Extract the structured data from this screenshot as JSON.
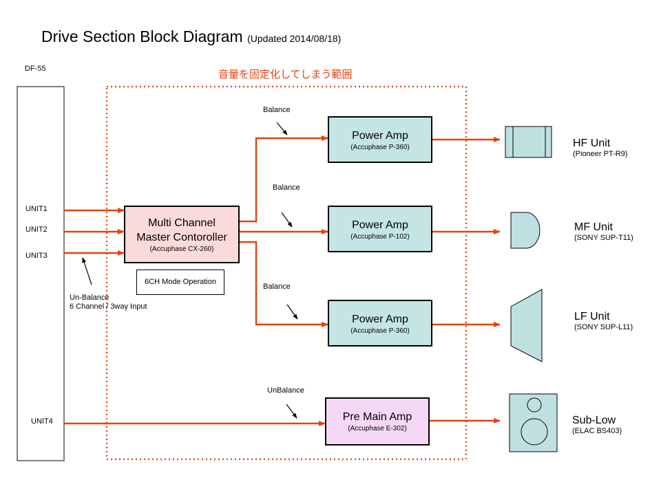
{
  "title": {
    "main": "Drive Section Block Diagram",
    "updated": "(Updated 2014/08/18)"
  },
  "region_label": "音量を固定化してしまう範囲",
  "source": {
    "name": "DF-55",
    "inputs": [
      "UNIT1",
      "UNIT2",
      "UNIT3",
      "UNIT4"
    ]
  },
  "input_note": {
    "line1": "Un-Balance",
    "line2": "6 Channel / 3way Input"
  },
  "controller": {
    "line1": "Multi Channel",
    "line2": "Master Contoroller",
    "model": "(Accuphase CX-260)",
    "mode": "6CH Mode Operation"
  },
  "amps": [
    {
      "name": "Power Amp",
      "model": "(Accuphase P-360)",
      "signal": "Balance"
    },
    {
      "name": "Power Amp",
      "model": "(Accuphase P-102)",
      "signal": "Balance"
    },
    {
      "name": "Power Amp",
      "model": "(Accuphase P-360)",
      "signal": "Balance"
    },
    {
      "name": "Pre Main Amp",
      "model": "(Accuphase E-302)",
      "signal": "UnBalance"
    }
  ],
  "units": [
    {
      "name": "HF Unit",
      "model": "(Pioneer PT-R9)",
      "icon": "horn-tweeter-icon"
    },
    {
      "name": "MF Unit",
      "model": "(SONY SUP-T11)",
      "icon": "dome-driver-icon"
    },
    {
      "name": "LF Unit",
      "model": "(SONY SUP-L11)",
      "icon": "cone-woofer-icon"
    },
    {
      "name": "Sub-Low",
      "model": "(ELAC BS403)",
      "icon": "speaker-cabinet-icon"
    }
  ],
  "colors": {
    "signal_line": "#e8400c",
    "dotted_region": "#e05020",
    "amp_fill": "#c5e5e5",
    "controller_fill": "#fbdada",
    "pre_main_fill": "#f6d8f6",
    "speaker_fill": "#bfe0e0"
  }
}
